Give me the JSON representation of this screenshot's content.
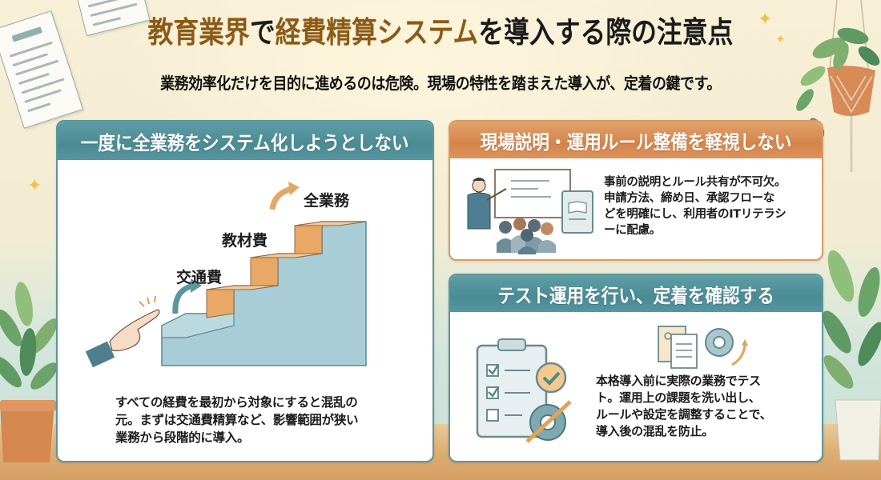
{
  "header": {
    "title_parts": [
      {
        "text": "教育業界",
        "style": "highlight"
      },
      {
        "text": "で",
        "style": "dark"
      },
      {
        "text": "経費精算システム",
        "style": "highlight"
      },
      {
        "text": "を導入する際の注意点",
        "style": "dark"
      }
    ],
    "subtitle": "業務効率化だけを目的に進めるのは危険。現場の特性を踏まえた導入が、定着の鍵です。"
  },
  "cards": [
    {
      "id": "card-1",
      "heading": "一度に全業務をシステム化しようとしない",
      "theme": "teal",
      "illustration": {
        "type": "staircase",
        "step_labels": [
          "交通費",
          "教材費",
          "全業務"
        ],
        "icons": [
          "pointing-hand-icon",
          "arrow-up-icon",
          "stairs-icon"
        ]
      },
      "body_lines": [
        "すべての経費を最初から対象にすると混乱の",
        "元。まずは交通費精算など、影響範囲が狭い",
        "業務から段階的に導入。"
      ]
    },
    {
      "id": "card-2",
      "heading": "現場説明・運用ルール整備を軽視しない",
      "theme": "orange",
      "illustration": {
        "type": "presentation",
        "icons": [
          "presenter-icon",
          "whiteboard-icon",
          "audience-icon",
          "manual-book-icon"
        ]
      },
      "body_lines": [
        "事前の説明とルール共有が不可欠。",
        "申請方法、締め日、承認フローな",
        "どを明確にし、利用者のITリテラシ",
        "ーに配慮。"
      ]
    },
    {
      "id": "card-3",
      "heading": "テスト運用を行い、定着を確認する",
      "theme": "teal",
      "illustration": {
        "type": "checklist",
        "icons": [
          "clipboard-checklist-icon",
          "check-circle-icon",
          "gear-wrench-icon",
          "documents-icon",
          "gear-refresh-icon"
        ]
      },
      "body_lines": [
        "本格導入前に実際の業務でテス",
        "ト。運用上の課題を洗い出し、",
        "ルールや設定を調整することで、",
        "導入後の混乱を防止。"
      ]
    }
  ],
  "colors": {
    "title_highlight": "#8c5a17",
    "title_dark": "#1b1b1b",
    "teal_header": "#4a8a93",
    "orange_header": "#d4844a",
    "step_orange": "#e9a865",
    "step_blue": "#a9cdd6"
  }
}
